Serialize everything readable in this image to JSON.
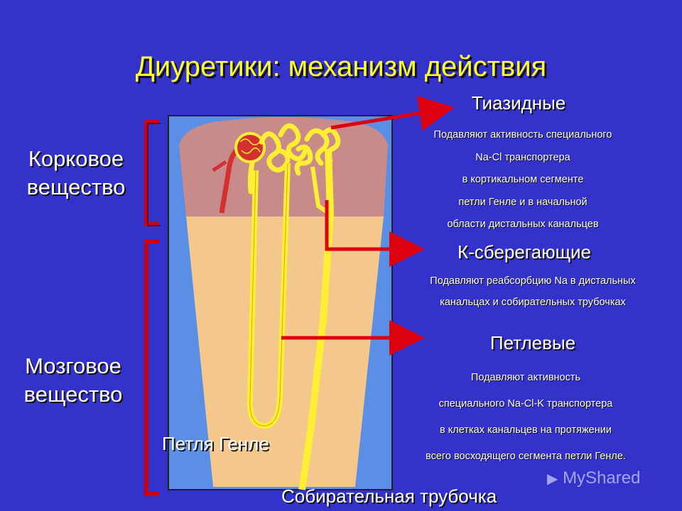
{
  "title": "Диуретики: механизм действия",
  "regions": {
    "cortex": [
      "Корковое",
      "вещество"
    ],
    "medulla": [
      "Мозговое",
      "вещество"
    ]
  },
  "labels": {
    "loop": "Петля Генле",
    "duct": "Собирательная трубочка"
  },
  "drugs": [
    {
      "name": "Тиазидные",
      "lines": [
        "Подавляют активность специального",
        "Na-Cl транспортера",
        "в кортикальном сегменте",
        "петли Генле и в начальной",
        "области дистальных канальцев"
      ]
    },
    {
      "name": "К-сберегающие",
      "lines": [
        "Подавляют реабсорбцию Na  в дистальных",
        "канальцах и собирательных трубочках"
      ]
    },
    {
      "name": "Петлевые",
      "lines": [
        "Подавляют активность",
        "специального Na-Cl-K транспортера",
        "в клетках канальцев на протяжении",
        "всего восходящего сегмента петли Генле."
      ]
    }
  ],
  "watermark": "MyShared",
  "colors": {
    "background": "#3333cc",
    "title": "#ffff33",
    "arrow": "#dd0011",
    "tubule": "#ffee33",
    "cortex": "#c98a8a",
    "medulla": "#f4c78c"
  }
}
